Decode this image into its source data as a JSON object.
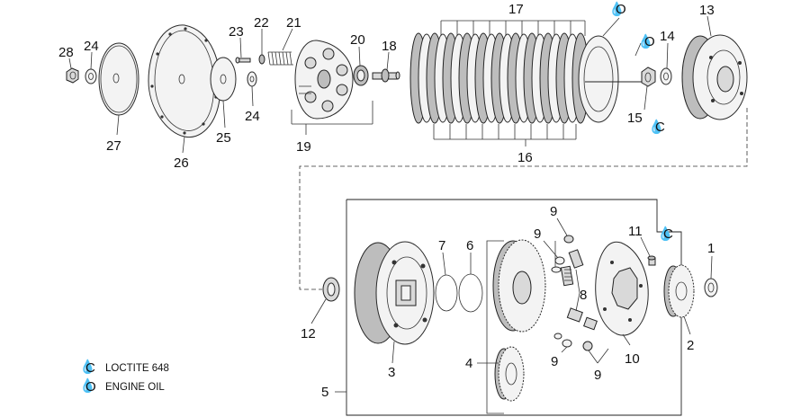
{
  "labels": {
    "p1": "1",
    "p2": "2",
    "p3": "3",
    "p4": "4",
    "p5": "5",
    "p6": "6",
    "p7": "7",
    "p8": "8",
    "p9a": "9",
    "p9b": "9",
    "p9c": "9",
    "p9d": "9",
    "p10": "10",
    "p11": "11",
    "p12": "12",
    "p13": "13",
    "p14": "14",
    "p15": "15",
    "p16": "16",
    "p17": "17",
    "p18": "18",
    "p19": "19",
    "p20": "20",
    "p21": "21",
    "p22": "22",
    "p23": "23",
    "p24a": "24",
    "p24b": "24",
    "p25": "25",
    "p26": "26",
    "p27": "27",
    "p28": "28"
  },
  "markers": {
    "oil_17": "O",
    "oil_14": "O",
    "loctite_15": "C",
    "loctite_11": "C"
  },
  "legend": {
    "loctite_symbol": "C",
    "loctite_text": "LOCTITE 648",
    "oil_symbol": "O",
    "oil_text": "ENGINE OIL"
  }
}
